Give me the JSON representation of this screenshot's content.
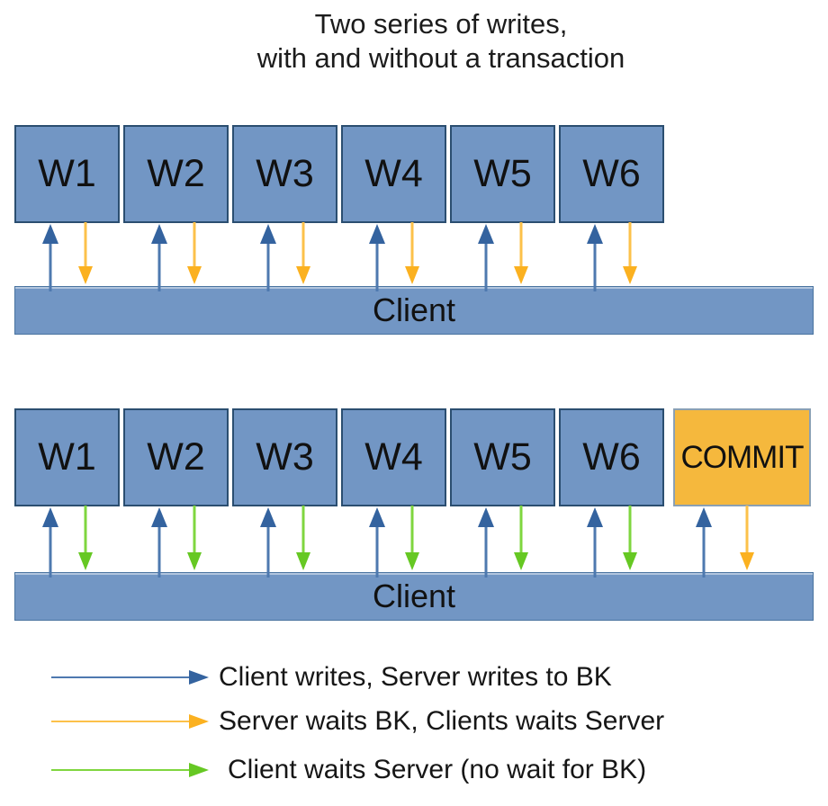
{
  "title": {
    "line1": "Two series of writes,",
    "line2": "with and without a transaction"
  },
  "colors": {
    "box_fill": "#7296c4",
    "box_border": "#2b4e70",
    "commit_fill": "#f5b83d",
    "bar_fill": "#7296c4",
    "arrows": {
      "blue": {
        "line": "#4e79af",
        "head": "#34639f"
      },
      "yellow": {
        "line": "#fcc14a",
        "head": "#fbb120"
      },
      "green": {
        "line": "#7fd63f",
        "head": "#66c823"
      }
    }
  },
  "diagram": {
    "rows": [
      {
        "name": "without-transaction",
        "bar_label": "Client",
        "boxes": [
          {
            "label": "W1",
            "type": "write",
            "down_arrow": "yellow"
          },
          {
            "label": "W2",
            "type": "write",
            "down_arrow": "yellow"
          },
          {
            "label": "W3",
            "type": "write",
            "down_arrow": "yellow"
          },
          {
            "label": "W4",
            "type": "write",
            "down_arrow": "yellow"
          },
          {
            "label": "W5",
            "type": "write",
            "down_arrow": "yellow"
          },
          {
            "label": "W6",
            "type": "write",
            "down_arrow": "yellow"
          }
        ]
      },
      {
        "name": "with-transaction",
        "bar_label": "Client",
        "boxes": [
          {
            "label": "W1",
            "type": "write",
            "down_arrow": "green"
          },
          {
            "label": "W2",
            "type": "write",
            "down_arrow": "green"
          },
          {
            "label": "W3",
            "type": "write",
            "down_arrow": "green"
          },
          {
            "label": "W4",
            "type": "write",
            "down_arrow": "green"
          },
          {
            "label": "W5",
            "type": "write",
            "down_arrow": "green"
          },
          {
            "label": "W6",
            "type": "write",
            "down_arrow": "green"
          },
          {
            "label": "COMMIT",
            "type": "commit",
            "down_arrow": "yellow"
          }
        ]
      }
    ]
  },
  "legend": [
    {
      "color": "blue",
      "label": "Client writes, Server writes to BK"
    },
    {
      "color": "yellow",
      "label": "Server waits BK, Clients waits Server"
    },
    {
      "color": "green",
      "label": "Client waits Server (no wait for BK)"
    }
  ]
}
